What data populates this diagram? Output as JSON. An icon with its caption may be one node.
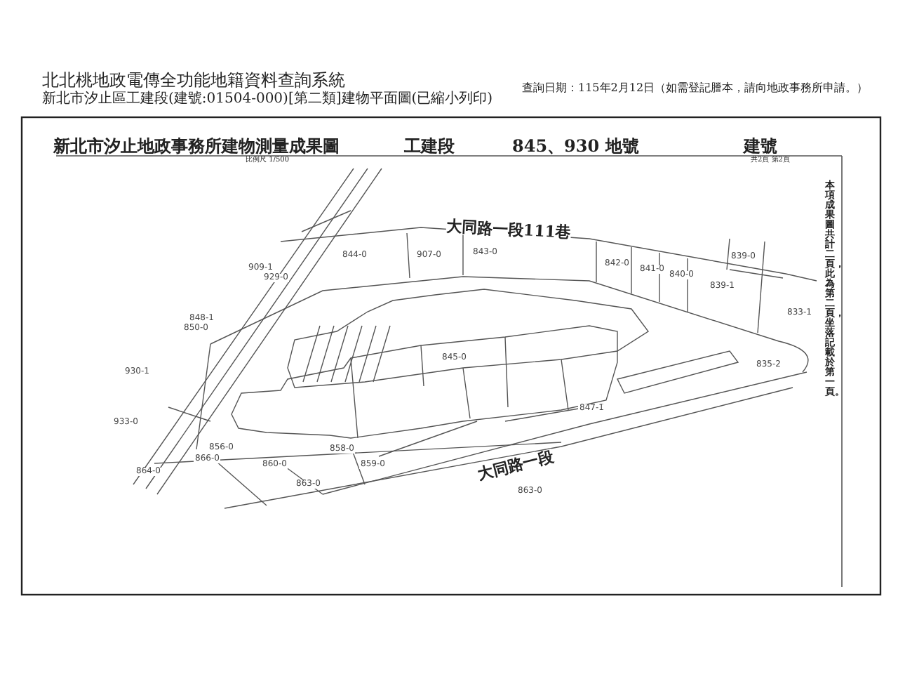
{
  "diagram": {
    "title": "北北桃地政電傳全功能地籍資料查詢系統",
    "labels": [
      "新北市汐止區工建段(建號:01504-000)[第二類]建物平面圖(已縮小列印)",
      "查詢日期：115年2月12日（如需登記謄本，請向地政事務所申請。）",
      "新北市汐止地政事務所建物測量成果圖",
      "工建段",
      "845、930 地號",
      "建號",
      "比例尺 1/500",
      "共2頁 第2頁",
      "本項成果圖共計二頁，此為第二頁，坐落記載於第一頁。",
      "大同路一段111巷",
      "大同路一段",
      "844-0",
      "907-0",
      "843-0",
      "842-0",
      "841-0",
      "840-0",
      "839-0",
      "839-1",
      "833-1",
      "835-2",
      "845-0",
      "847-1",
      "909-1",
      "929-0",
      "848-1",
      "850-0",
      "930-1",
      "933-0",
      "856-0",
      "866-0",
      "864-0",
      "858-0",
      "860-0",
      "859-0",
      "863-0",
      "863-0"
    ]
  }
}
